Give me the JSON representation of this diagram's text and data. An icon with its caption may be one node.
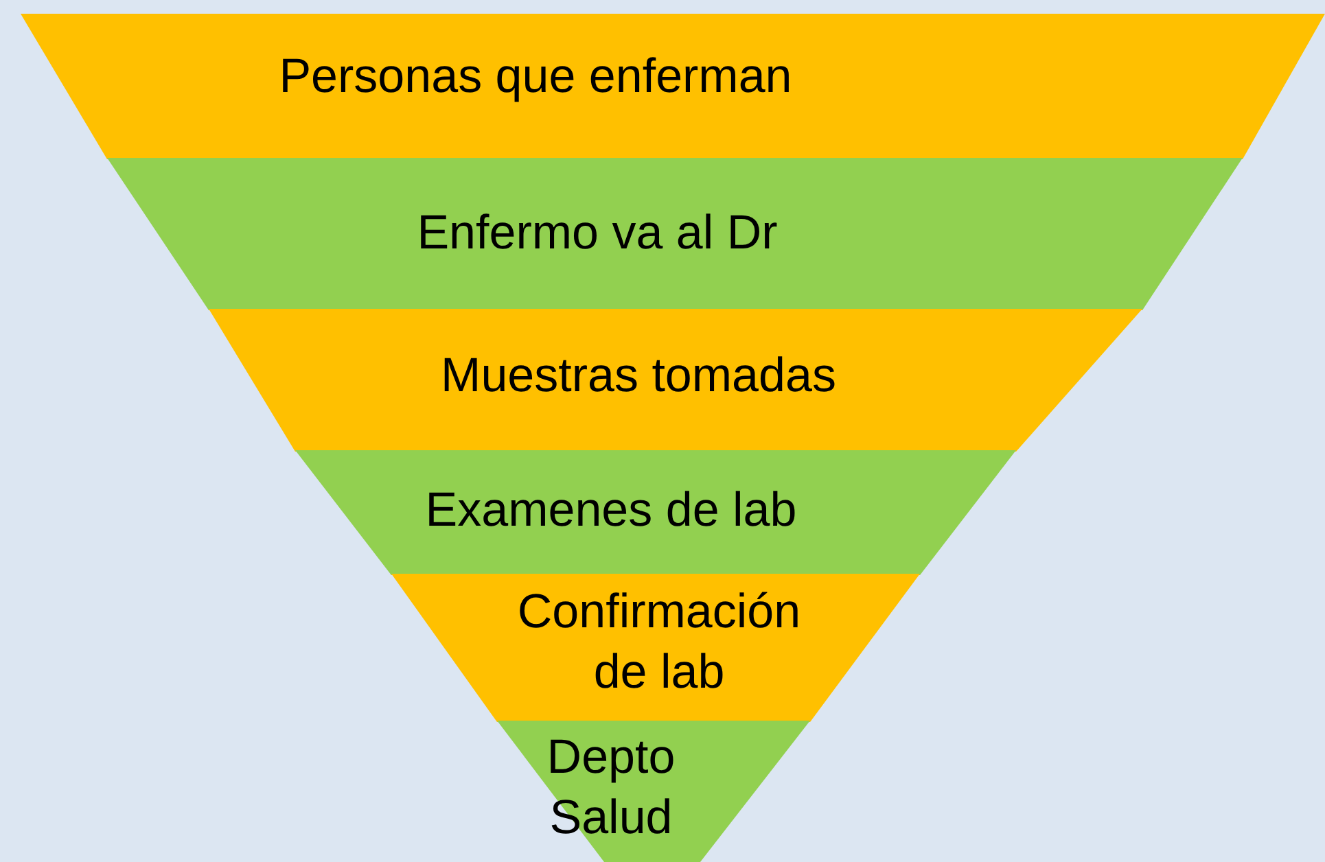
{
  "diagram": {
    "nodes": [
      {
        "text": [
          "Personas que enferman"
        ]
      },
      {
        "text": [
          "Enfermo va al Dr"
        ]
      },
      {
        "text": [
          "Muestras tomadas"
        ]
      },
      {
        "text": [
          "Examenes de lab"
        ]
      },
      {
        "text": [
          "Confirmación de lab"
        ]
      },
      {
        "text": [
          "Depto Salud"
        ]
      }
    ]
  }
}
